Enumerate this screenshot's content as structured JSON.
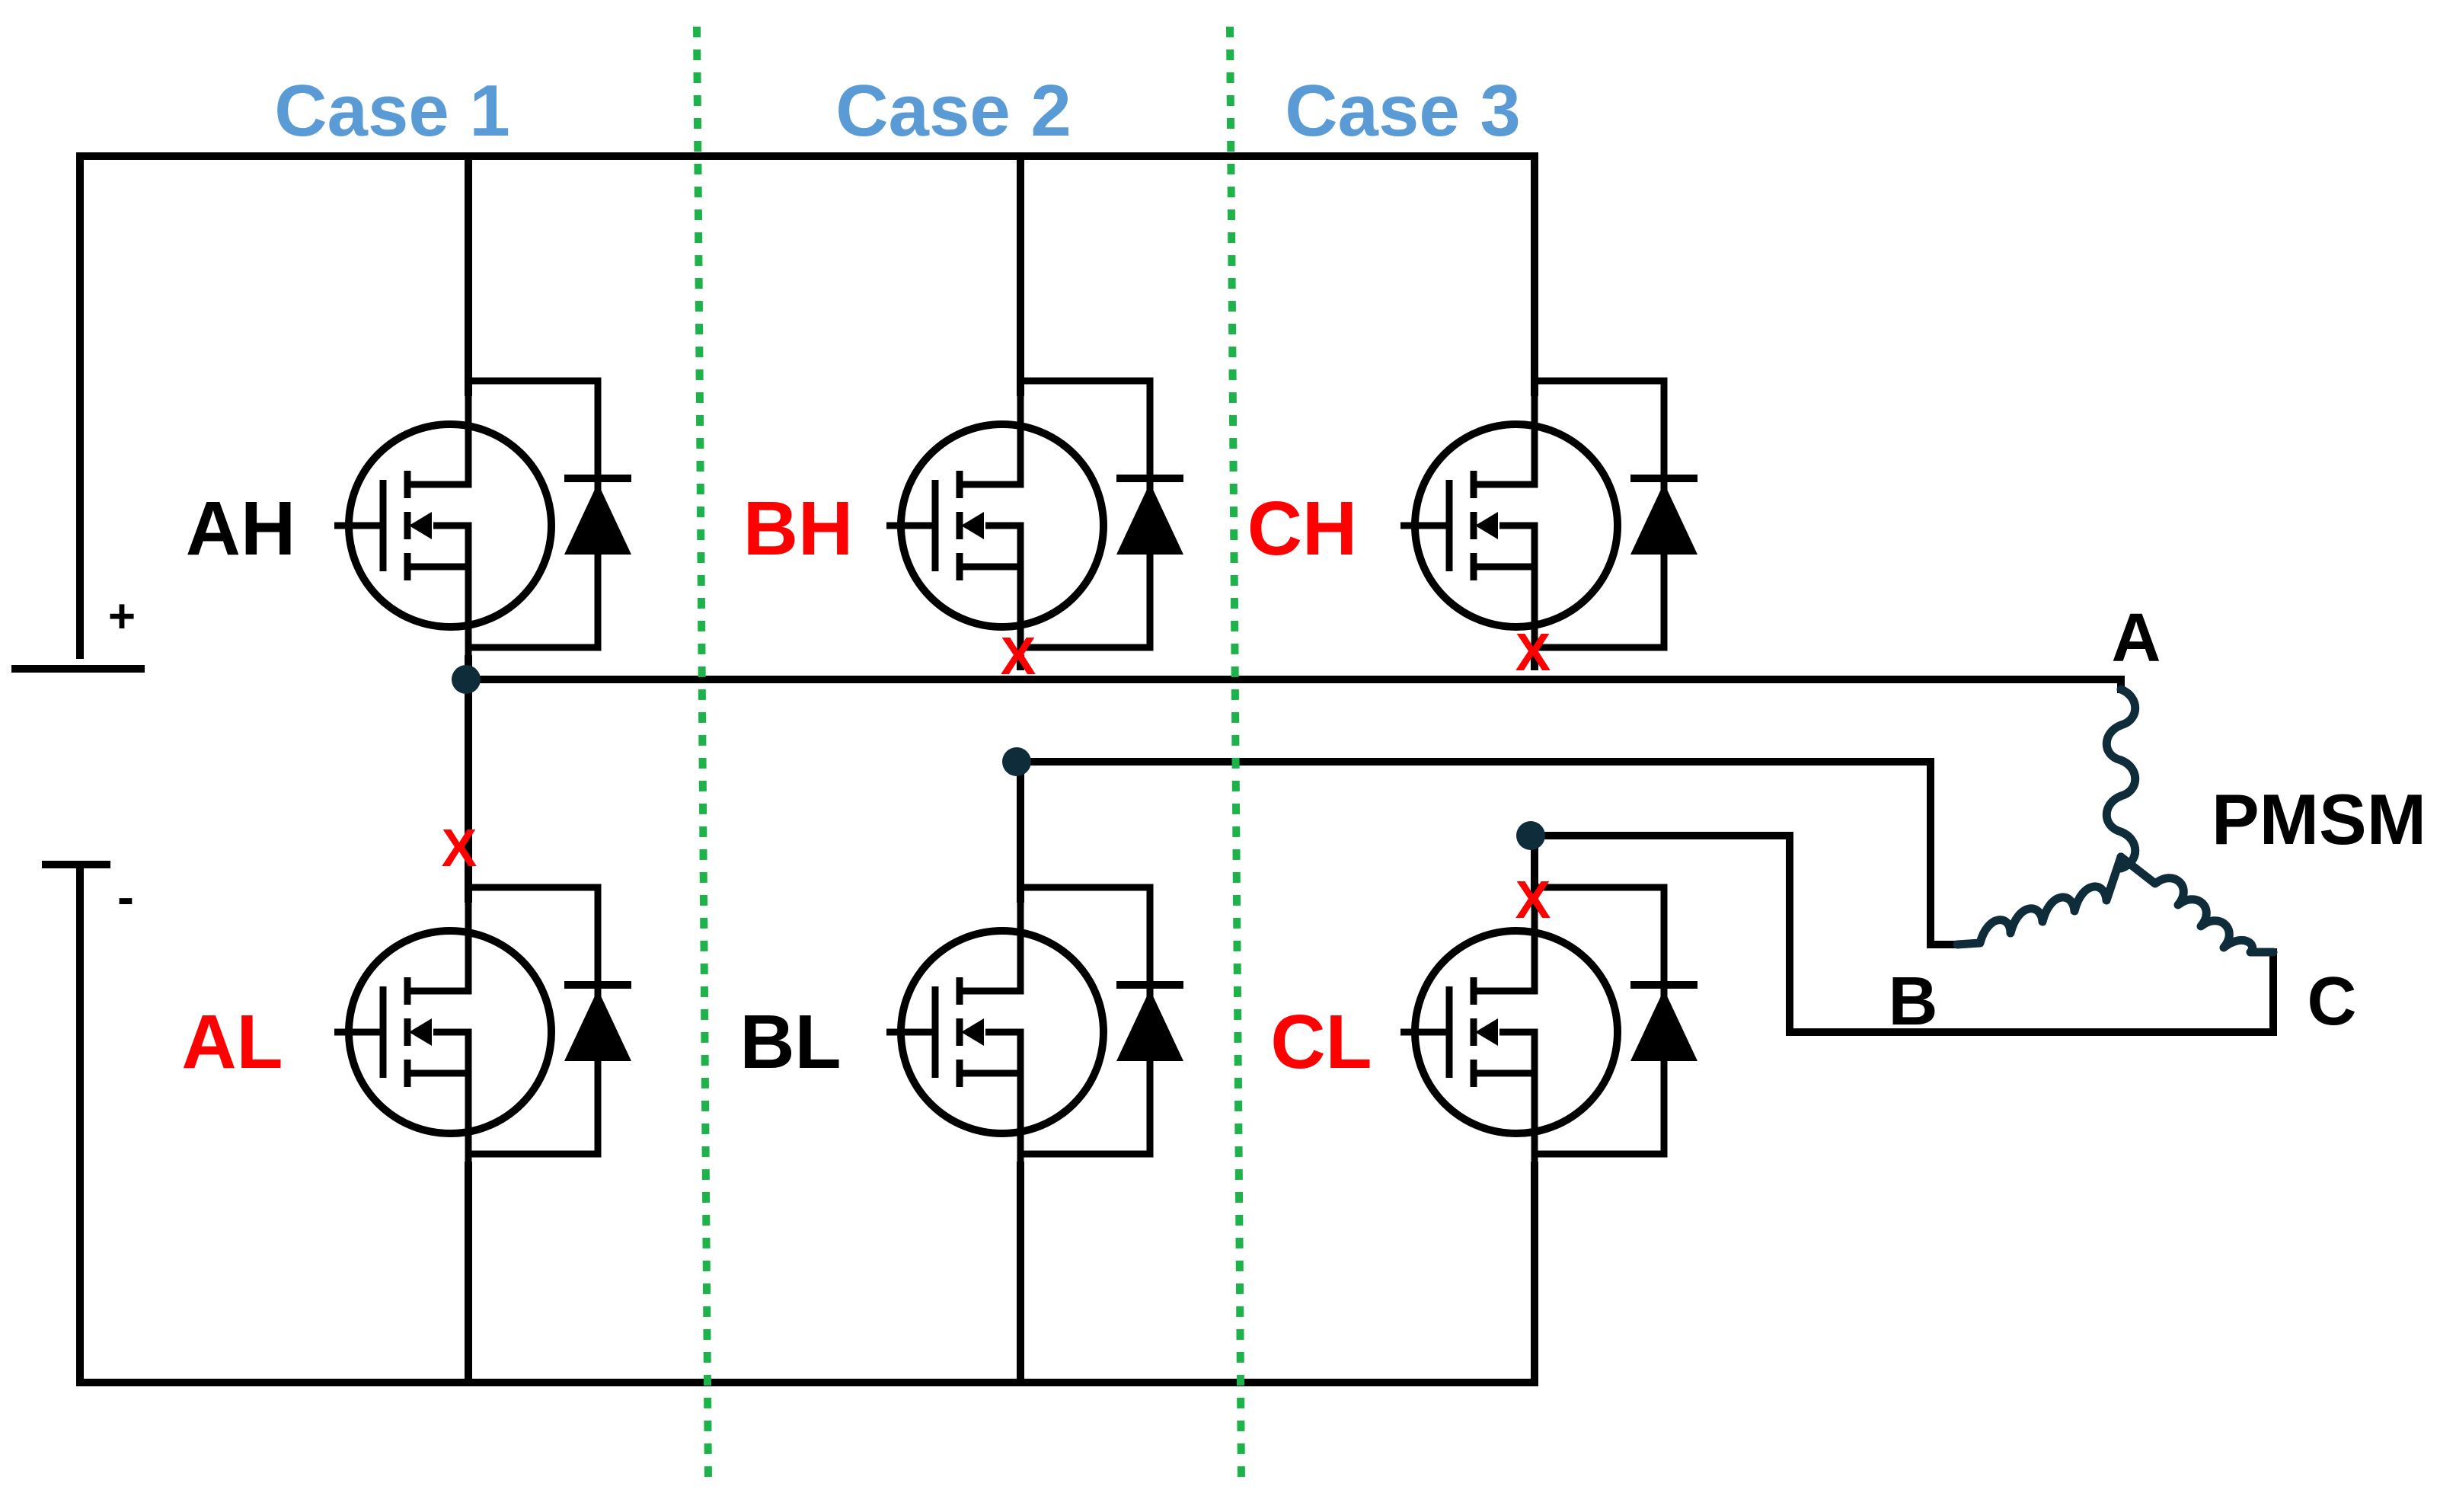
{
  "cases": {
    "case1": "Case 1",
    "case2": "Case 2",
    "case3": "Case 3"
  },
  "switches": {
    "ah": "AH",
    "bh": "BH",
    "ch": "CH",
    "al": "AL",
    "bl": "BL",
    "cl": "CL"
  },
  "supply": {
    "plus": "+",
    "minus": "-"
  },
  "faults": {
    "bh": "X",
    "ch": "X",
    "al": "X",
    "cl": "X"
  },
  "motor": {
    "name": "PMSM",
    "phase_a": "A",
    "phase_b": "B",
    "phase_c": "C"
  },
  "colors": {
    "case_label": "#5b9bd5",
    "fault": "#ff0000",
    "normal": "#000000",
    "separator": "#1db34a",
    "node": "#0f2c3a"
  }
}
